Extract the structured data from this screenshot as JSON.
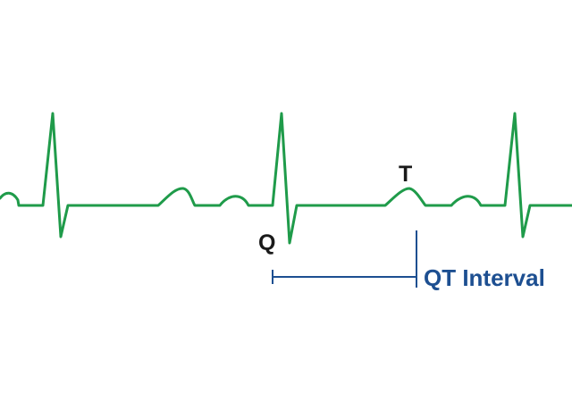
{
  "labels": {
    "q": "Q",
    "t": "T",
    "interval": "QT Interval"
  },
  "colors": {
    "background": "#ffffff",
    "ecg_trace": "#1f9b4a",
    "interval_marker": "#1d4f91",
    "wave_label": "#1a1a1a"
  }
}
